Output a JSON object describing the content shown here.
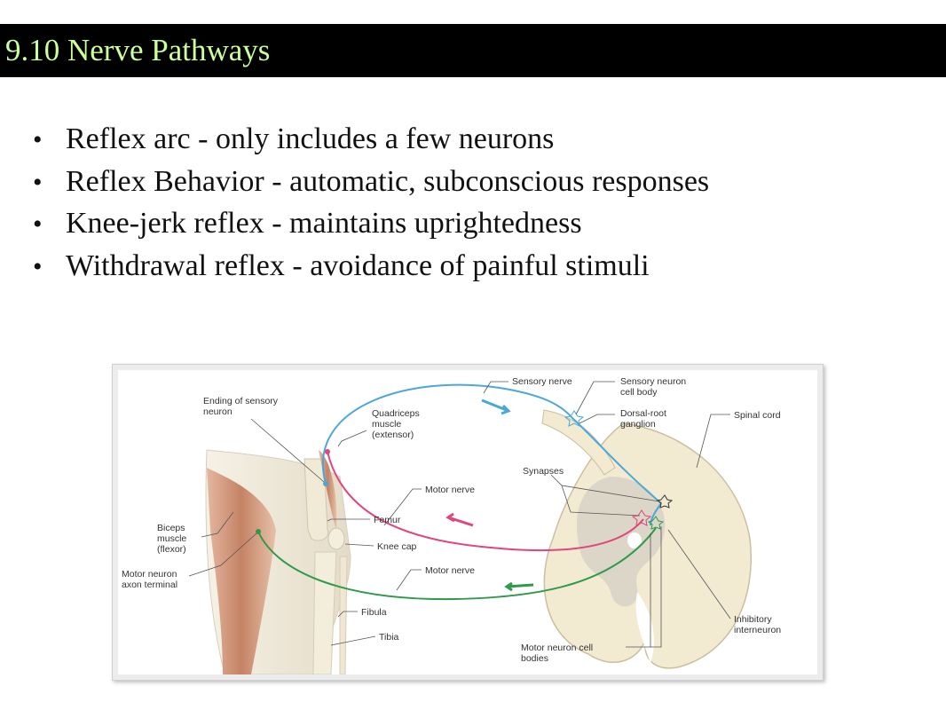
{
  "title": "9.10 Nerve Pathways",
  "bullets": [
    "Reflex arc - only includes a few neurons",
    "Reflex Behavior - automatic, subconscious responses",
    "Knee-jerk reflex - maintains uprightedness",
    "Withdrawal reflex - avoidance of painful stimuli"
  ],
  "diagram": {
    "labels": {
      "ending_sensory_1": "Ending of sensory",
      "ending_sensory_2": "neuron",
      "quadriceps_1": "Quadriceps",
      "quadriceps_2": "muscle",
      "quadriceps_3": "(extensor)",
      "sensory_nerve": "Sensory nerve",
      "sensory_cell_body_1": "Sensory neuron",
      "sensory_cell_body_2": "cell body",
      "dorsal_root_1": "Dorsal-root",
      "dorsal_root_2": "ganglion",
      "spinal_cord": "Spinal cord",
      "synapses": "Synapses",
      "motor_nerve_top": "Motor nerve",
      "femur": "Femur",
      "knee_cap": "Knee cap",
      "biceps_1": "Biceps",
      "biceps_2": "muscle",
      "biceps_3": "(flexor)",
      "motor_terminal_1": "Motor neuron",
      "motor_terminal_2": "axon terminal",
      "motor_nerve_bottom": "Motor nerve",
      "fibula": "Fibula",
      "tibia": "Tibia",
      "inhibitory_1": "Inhibitory",
      "inhibitory_2": "interneuron",
      "motor_cell_bodies_1": "Motor neuron cell",
      "motor_cell_bodies_2": "bodies"
    },
    "colors": {
      "sensory": "#4aa8d8",
      "motor_extensor": "#e0457b",
      "motor_flexor": "#2e9a4a",
      "muscle": "#c9876a",
      "bone": "#efe8d6",
      "spinal_white": "#f3ead2",
      "spinal_gray": "#dcd6c8"
    }
  }
}
